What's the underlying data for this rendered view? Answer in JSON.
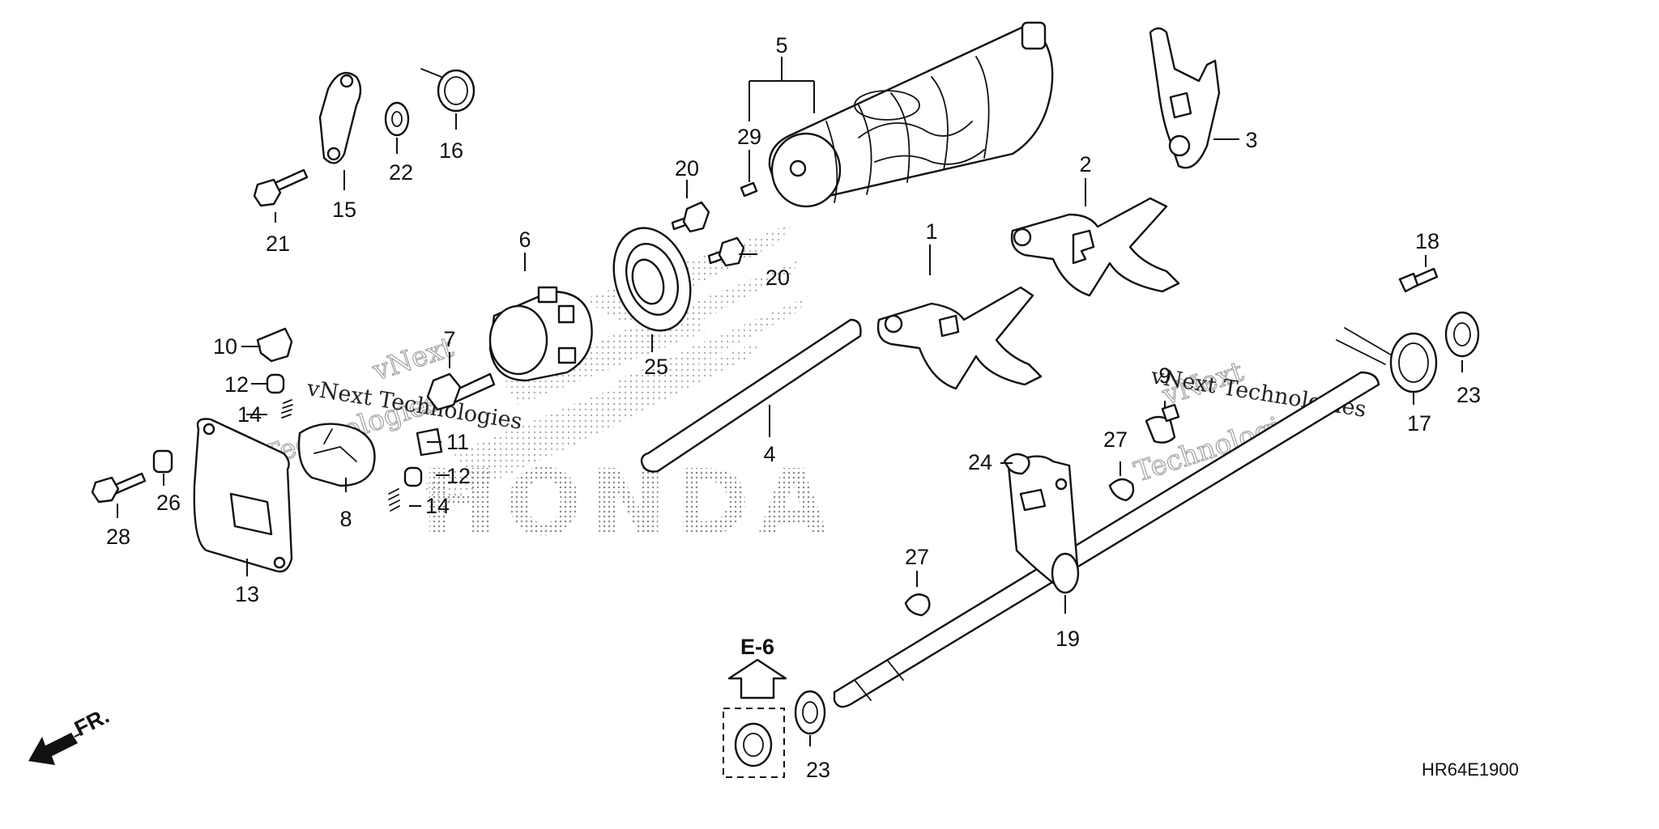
{
  "callouts": [
    {
      "id": "c1",
      "text": "1"
    },
    {
      "id": "c2",
      "text": "2"
    },
    {
      "id": "c3",
      "text": "3"
    },
    {
      "id": "c4",
      "text": "4"
    },
    {
      "id": "c5",
      "text": "5"
    },
    {
      "id": "c6",
      "text": "6"
    },
    {
      "id": "c7",
      "text": "7"
    },
    {
      "id": "c8",
      "text": "8"
    },
    {
      "id": "c9",
      "text": "9"
    },
    {
      "id": "c10",
      "text": "10"
    },
    {
      "id": "c11",
      "text": "11"
    },
    {
      "id": "c12a",
      "text": "12"
    },
    {
      "id": "c12b",
      "text": "12"
    },
    {
      "id": "c13",
      "text": "13"
    },
    {
      "id": "c14a",
      "text": "14"
    },
    {
      "id": "c14b",
      "text": "14"
    },
    {
      "id": "c15",
      "text": "15"
    },
    {
      "id": "c16",
      "text": "16"
    },
    {
      "id": "c17",
      "text": "17"
    },
    {
      "id": "c18",
      "text": "18"
    },
    {
      "id": "c19",
      "text": "19"
    },
    {
      "id": "c20a",
      "text": "20"
    },
    {
      "id": "c20b",
      "text": "20"
    },
    {
      "id": "c21",
      "text": "21"
    },
    {
      "id": "c22",
      "text": "22"
    },
    {
      "id": "c23a",
      "text": "23"
    },
    {
      "id": "c23b",
      "text": "23"
    },
    {
      "id": "c24",
      "text": "24"
    },
    {
      "id": "c25",
      "text": "25"
    },
    {
      "id": "c26",
      "text": "26"
    },
    {
      "id": "c27a",
      "text": "27"
    },
    {
      "id": "c27b",
      "text": "27"
    },
    {
      "id": "c28",
      "text": "28"
    },
    {
      "id": "c29",
      "text": "29"
    }
  ],
  "reference": {
    "label": "E-6"
  },
  "front_marker": {
    "label": "FR.",
    "icon": "front-arrow-icon"
  },
  "diagram_code": "HR64E1900",
  "watermark": {
    "brand_logo": "HONDA",
    "lines": [
      "vNext",
      "Technologies",
      "vNext Technologies",
      "vNext",
      "Technologies",
      "vNext Technologies"
    ]
  }
}
